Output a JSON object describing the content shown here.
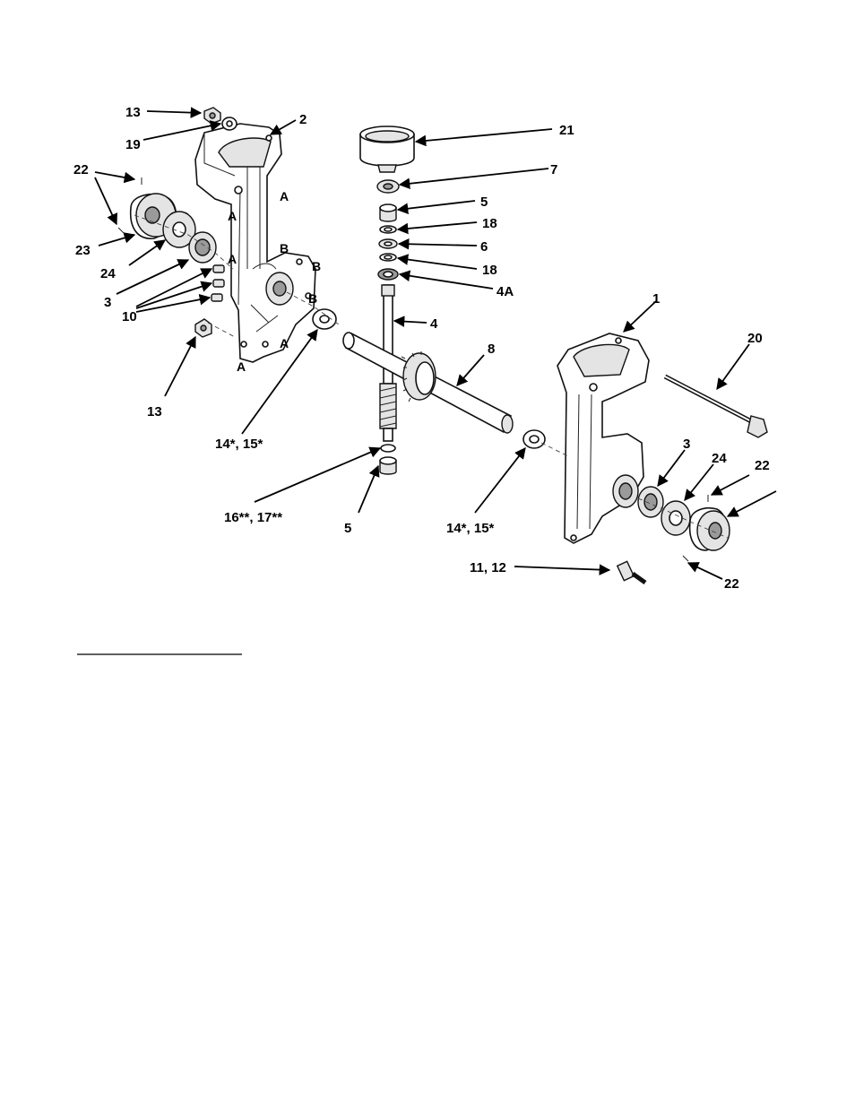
{
  "callouts": [
    {
      "id": "c13a",
      "text": "13"
    },
    {
      "id": "c19",
      "text": "19"
    },
    {
      "id": "c2",
      "text": "2"
    },
    {
      "id": "c22a",
      "text": "22"
    },
    {
      "id": "c23",
      "text": "23"
    },
    {
      "id": "c24a",
      "text": "24"
    },
    {
      "id": "c3a",
      "text": "3"
    },
    {
      "id": "c10",
      "text": "10"
    },
    {
      "id": "c13b",
      "text": "13"
    },
    {
      "id": "c14a",
      "text": "14*, 15*"
    },
    {
      "id": "c16",
      "text": "16**, 17**"
    },
    {
      "id": "c5b",
      "text": "5"
    },
    {
      "id": "c21",
      "text": "21"
    },
    {
      "id": "c7",
      "text": "7"
    },
    {
      "id": "c5a",
      "text": "5"
    },
    {
      "id": "c18a",
      "text": "18"
    },
    {
      "id": "c6",
      "text": "6"
    },
    {
      "id": "c18b",
      "text": "18"
    },
    {
      "id": "c4a",
      "text": "4A"
    },
    {
      "id": "c4",
      "text": "4"
    },
    {
      "id": "c8",
      "text": "8"
    },
    {
      "id": "c1",
      "text": "1"
    },
    {
      "id": "c20",
      "text": "20"
    },
    {
      "id": "c3b",
      "text": "3"
    },
    {
      "id": "c24b",
      "text": "24"
    },
    {
      "id": "c22b",
      "text": "22"
    },
    {
      "id": "c14b",
      "text": "14*, 15*"
    },
    {
      "id": "c11",
      "text": "11, 12"
    },
    {
      "id": "c22c",
      "text": "22"
    }
  ],
  "housing_refs": [
    {
      "id": "rA1",
      "text": "A"
    },
    {
      "id": "rA2",
      "text": "A"
    },
    {
      "id": "rA3",
      "text": "A"
    },
    {
      "id": "rB1",
      "text": "B"
    },
    {
      "id": "rB2",
      "text": "B"
    },
    {
      "id": "rB3",
      "text": "B"
    },
    {
      "id": "rA4",
      "text": "A"
    },
    {
      "id": "rA5",
      "text": "A"
    }
  ]
}
